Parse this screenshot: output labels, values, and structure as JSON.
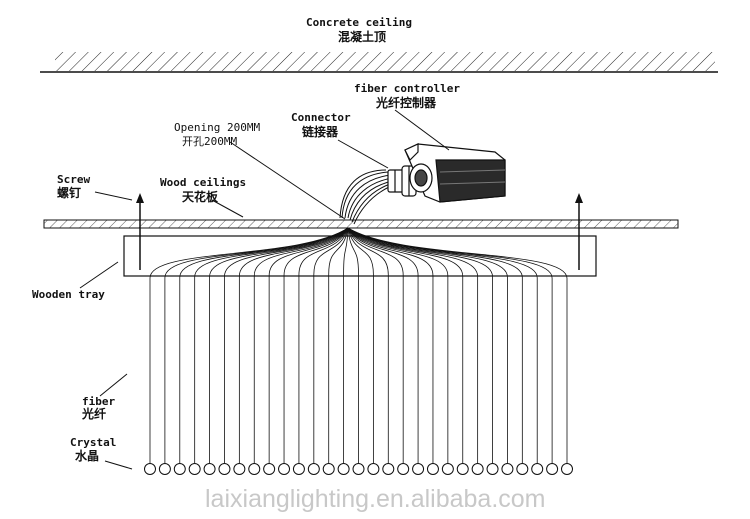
{
  "labels": {
    "concrete_en": "Concrete ceiling",
    "concrete_cn": "混凝土顶",
    "controller_en": "fiber controller",
    "controller_cn": "光纤控制器",
    "connector_en": "Connector",
    "connector_cn": "链接器",
    "opening_en": "Opening 200MM",
    "opening_cn": "开孔200MM",
    "screw_en": "Screw",
    "screw_cn": "螺钉",
    "wood_en": "Wood ceilings",
    "wood_cn": "天花板",
    "tray_en": "Wooden tray",
    "fiber_en": "fiber",
    "fiber_cn": "光纤",
    "crystal_en": "Crystal",
    "crystal_cn": "水晶"
  },
  "watermark": "laixianglighting.en.alibaba.com",
  "fiber_count": 29
}
